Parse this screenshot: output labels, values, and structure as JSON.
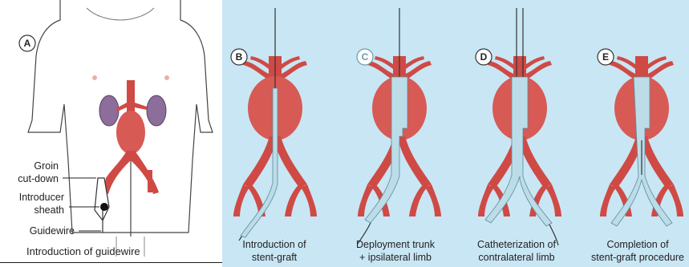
{
  "panels": {
    "A": {
      "letter": "A",
      "caption": "Introduction of guidewire"
    },
    "B": {
      "letter": "B",
      "caption_line1": "Introduction of",
      "caption_line2": "stent-graft"
    },
    "C": {
      "letter": "C",
      "caption_line1": "Deployment trunk",
      "caption_line2": "+ ipsilateral limb"
    },
    "D": {
      "letter": "D",
      "caption_line1": "Catheterization of",
      "caption_line2": "contralateral limb"
    },
    "E": {
      "letter": "E",
      "caption_line1": "Completion of",
      "caption_line2": "stent-graft procedure"
    }
  },
  "labels": {
    "groin_line1": "Groin",
    "groin_line2": "cut-down",
    "introducer_line1": "Introducer",
    "introducer_line2": "sheath",
    "guidewire": "Guidewire"
  },
  "colors": {
    "vessel": "#cf4a45",
    "aneurysm": "#d85a55",
    "graft": "#bcdce8",
    "kidney": "#8d6e9a",
    "panel_bg": "#c9e6f4"
  }
}
